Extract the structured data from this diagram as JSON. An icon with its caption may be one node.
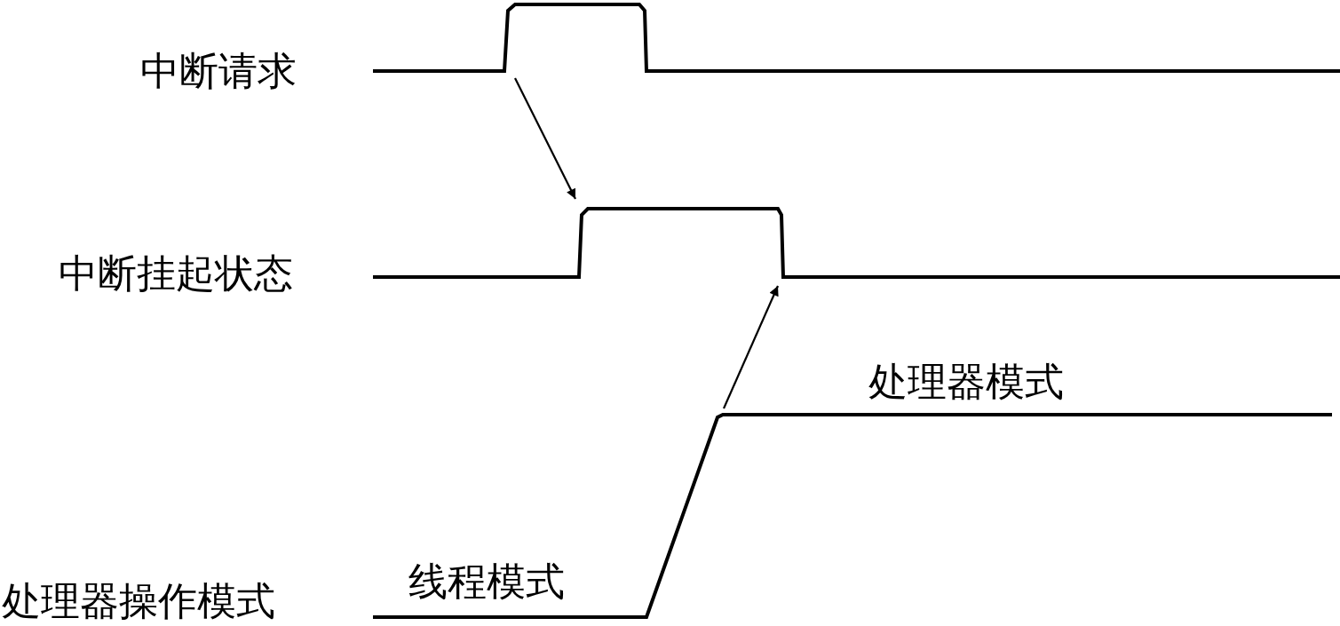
{
  "diagram": {
    "nodes": [
      {
        "text": [
          "中断请求"
        ]
      },
      {
        "text": [
          "中断挂起状态"
        ]
      },
      {
        "text": [
          "处理器操作模式"
        ]
      }
    ],
    "edges": [
      {
        "from": 0,
        "to": 1,
        "arrow": "to"
      },
      {
        "from": 2,
        "to": 1,
        "arrow": "to"
      }
    ],
    "labels": [
      "处理器模式",
      "线程模式"
    ]
  }
}
